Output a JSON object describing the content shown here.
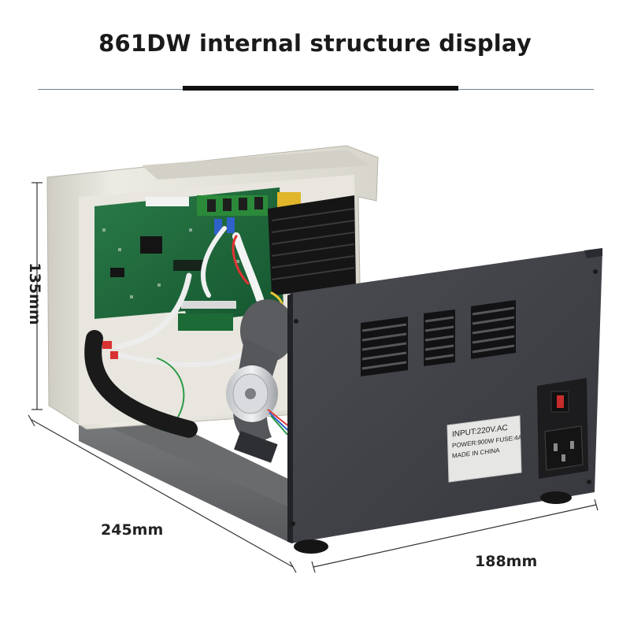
{
  "header": {
    "title": "861DW internal structure display"
  },
  "dimensions": {
    "height": "135mm",
    "depth": "245mm",
    "width": "188mm"
  },
  "label_plate": {
    "line1": "INPUT:220V.AC",
    "line2": "POWER:900W  FUSE:4A",
    "line3": "MADE IN CHINA"
  },
  "colors": {
    "panel": "#3f4147",
    "panel_dark": "#2c2e33",
    "front_shell": "#e2e0d6",
    "pcb": "#1f6b3a",
    "heatsink": "#1b1b1b",
    "floor": "#6d6e70"
  }
}
